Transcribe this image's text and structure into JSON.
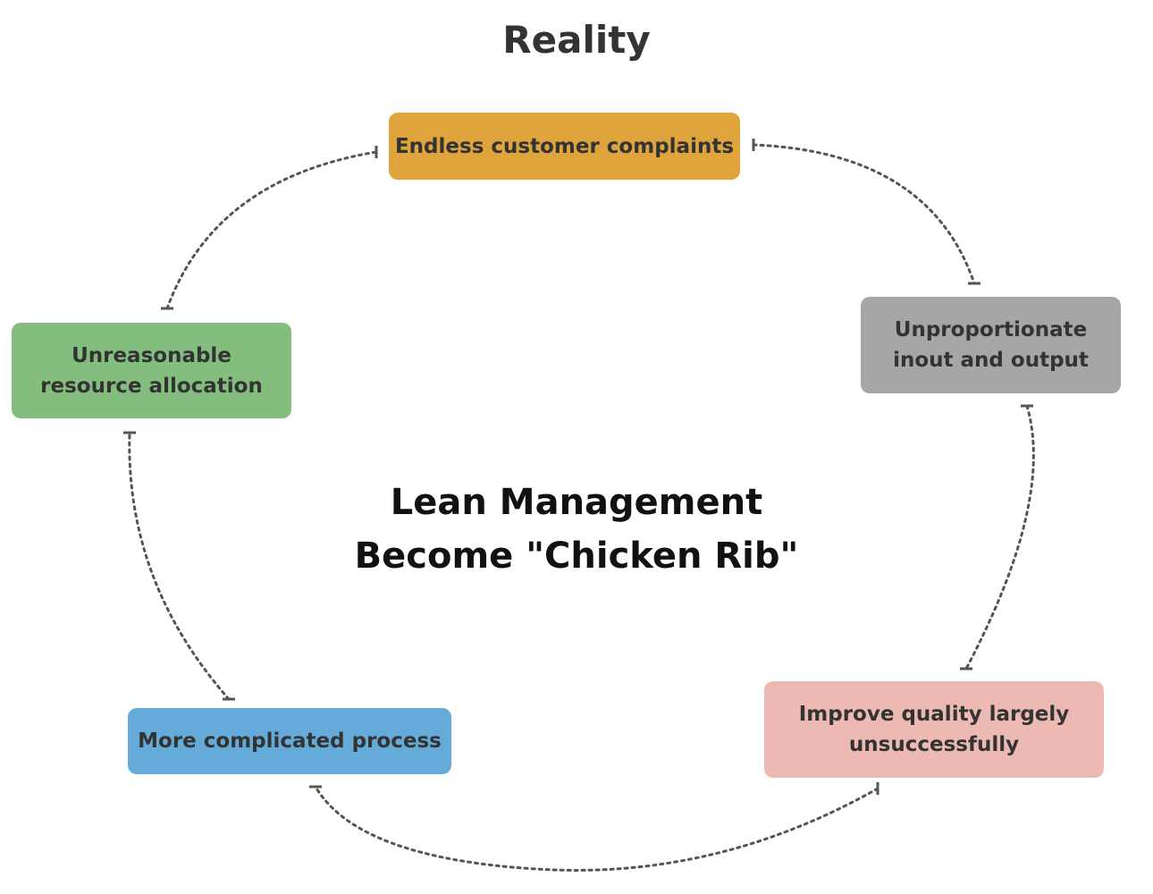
{
  "diagram": {
    "title": "Reality",
    "center": {
      "line1": "Lean Management",
      "line2": "Become \"Chicken Rib\""
    },
    "nodes": [
      {
        "id": "top",
        "lines": [
          "Endless customer complaints"
        ],
        "color": "#DFA43C"
      },
      {
        "id": "right",
        "lines": [
          "Unproportionate",
          "inout and output"
        ],
        "color": "#A6A6A6"
      },
      {
        "id": "bottom-right",
        "lines": [
          "Improve quality largely",
          "unsuccessfully"
        ],
        "color": "#ECB9B3"
      },
      {
        "id": "bottom-left",
        "lines": [
          "More complicated process"
        ],
        "color": "#65ABDA"
      },
      {
        "id": "left",
        "lines": [
          "Unreasonable",
          "resource allocation"
        ],
        "color": "#84BE7E"
      }
    ],
    "connector_style": "dotted",
    "connector_color": "#555555"
  }
}
